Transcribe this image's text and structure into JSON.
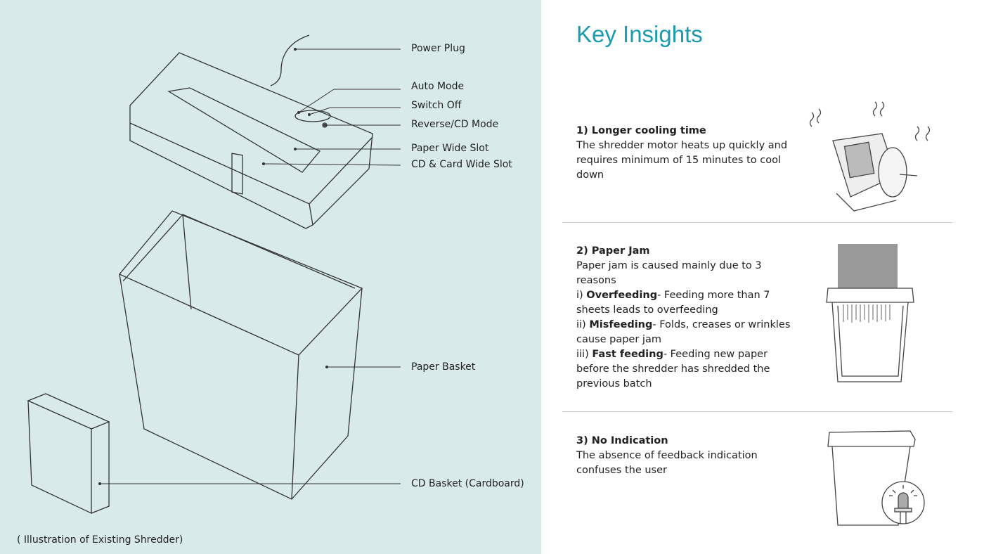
{
  "diagram": {
    "labels": {
      "power_plug": "Power Plug",
      "auto_mode": "Auto Mode",
      "switch_off": "Switch Off",
      "reverse_cd_mode": "Reverse/CD Mode",
      "paper_wide_slot": "Paper Wide Slot",
      "cd_card_slot": "CD & Card Wide Slot",
      "paper_basket": "Paper Basket",
      "cd_basket": "CD Basket (Cardboard)"
    },
    "caption": "( Illustration of Existing Shredder)",
    "background": "#d8ebea"
  },
  "insights": {
    "title": "Key Insights",
    "accent": "#1a9bb0",
    "items": [
      {
        "heading": "1) Longer cooling time",
        "body": "The shredder motor heats up quickly and requires minimum of 15 minutes to cool down"
      },
      {
        "heading": "2) Paper Jam",
        "intro": "Paper jam is caused mainly due to 3 reasons",
        "reasons": [
          {
            "prefix": "i) ",
            "term": "Overfeeding",
            "text": "- Feeding more than 7 sheets leads to overfeeding"
          },
          {
            "prefix": "ii) ",
            "term": "Misfeeding",
            "text": "- Folds, creases or wrinkles cause paper jam"
          },
          {
            "prefix": "iii) ",
            "term": "Fast feeding",
            "text": "- Feeding new paper before the shredder has shredded the previous batch"
          }
        ]
      },
      {
        "heading": "3) No Indication",
        "body": "The absence of feedback indication confuses the user"
      }
    ]
  }
}
